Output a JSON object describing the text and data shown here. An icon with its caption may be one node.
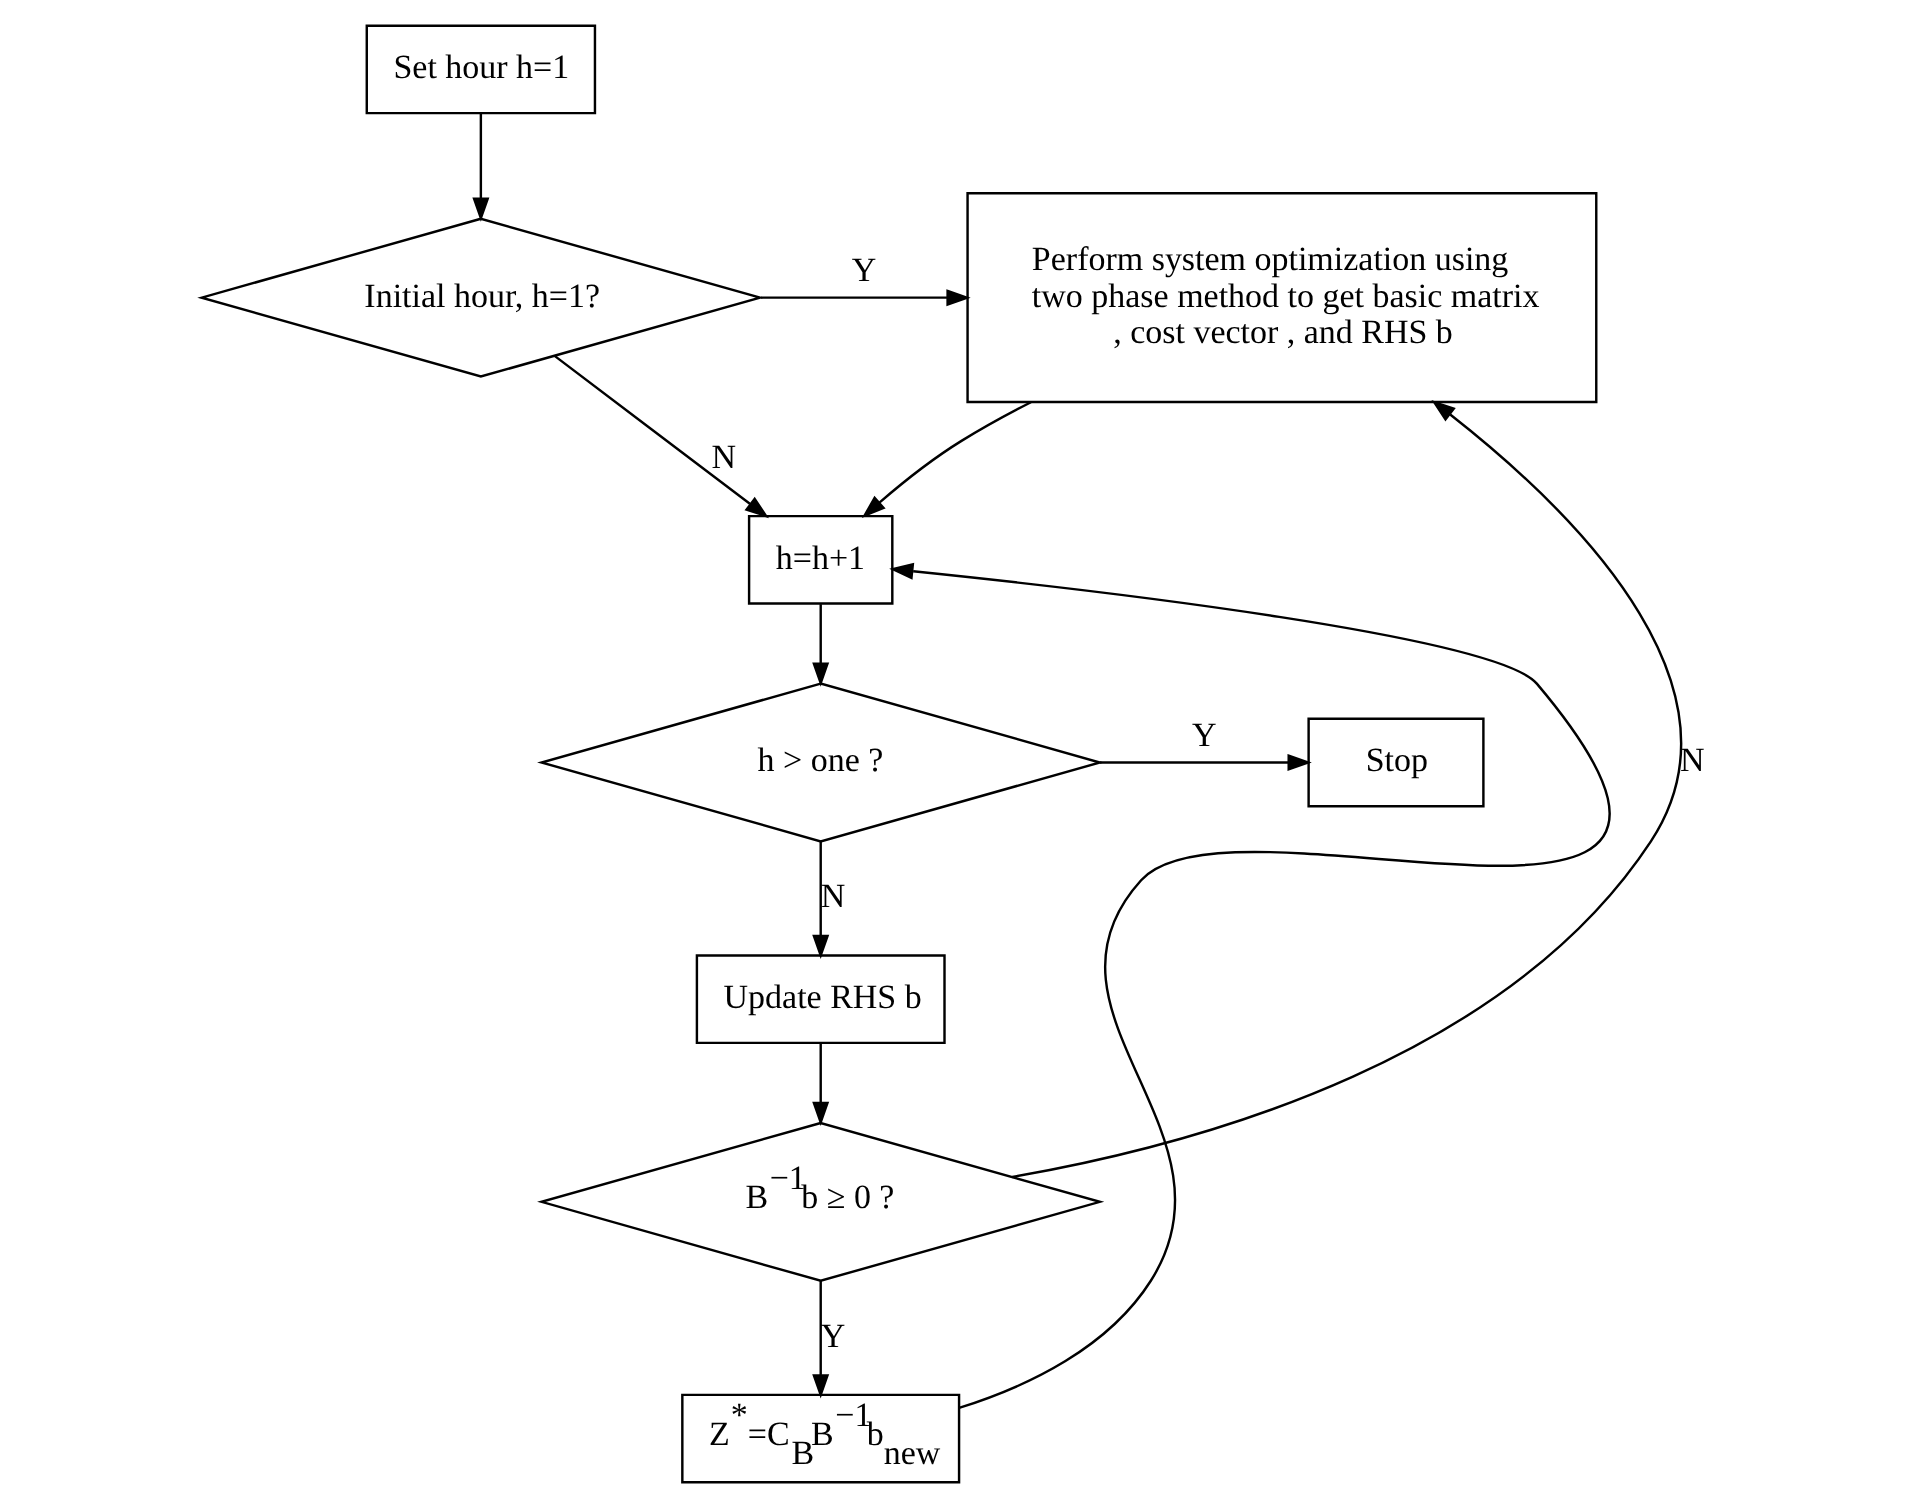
{
  "diagram": {
    "nodes": [
      {
        "text": [
          "Set hour h=1"
        ]
      },
      {
        "text": [
          "Initial hour, h=1?"
        ]
      },
      {
        "text": [
          "Perform system optimization using two phase method to get basic matrix , cost vector , and RHS b"
        ]
      },
      {
        "text": [
          "h=h+1"
        ]
      },
      {
        "text": [
          "h > one ?"
        ]
      },
      {
        "text": [
          "Stop"
        ]
      },
      {
        "text": [
          "Update RHS b"
        ]
      },
      {
        "text": [
          "B$^{−1}$b ≥ 0 ?"
        ]
      },
      {
        "text": [
          "Z$^{*}$=C$_{B}$B$^{−1}$b$_{new}$"
        ]
      }
    ],
    "edges": [
      {
        "from": 0,
        "to": 1,
        "arrow": "to"
      },
      {
        "from": 1,
        "to": 2,
        "arrow": "to",
        "label": "Y"
      },
      {
        "from": 1,
        "to": 3,
        "arrow": "to",
        "label": "N"
      },
      {
        "from": 2,
        "to": 3,
        "arrow": "to"
      },
      {
        "from": 3,
        "to": 4,
        "arrow": "to"
      },
      {
        "from": 4,
        "to": 5,
        "arrow": "to",
        "label": "Y"
      },
      {
        "from": 4,
        "to": 6,
        "arrow": "to",
        "label": "N"
      },
      {
        "from": 6,
        "to": 7,
        "arrow": "to"
      },
      {
        "from": 7,
        "to": 2,
        "arrow": "to",
        "label": "N"
      },
      {
        "from": 7,
        "to": 8,
        "arrow": "to",
        "label": "Y"
      },
      {
        "from": 8,
        "to": 3,
        "arrow": "to"
      }
    ]
  }
}
